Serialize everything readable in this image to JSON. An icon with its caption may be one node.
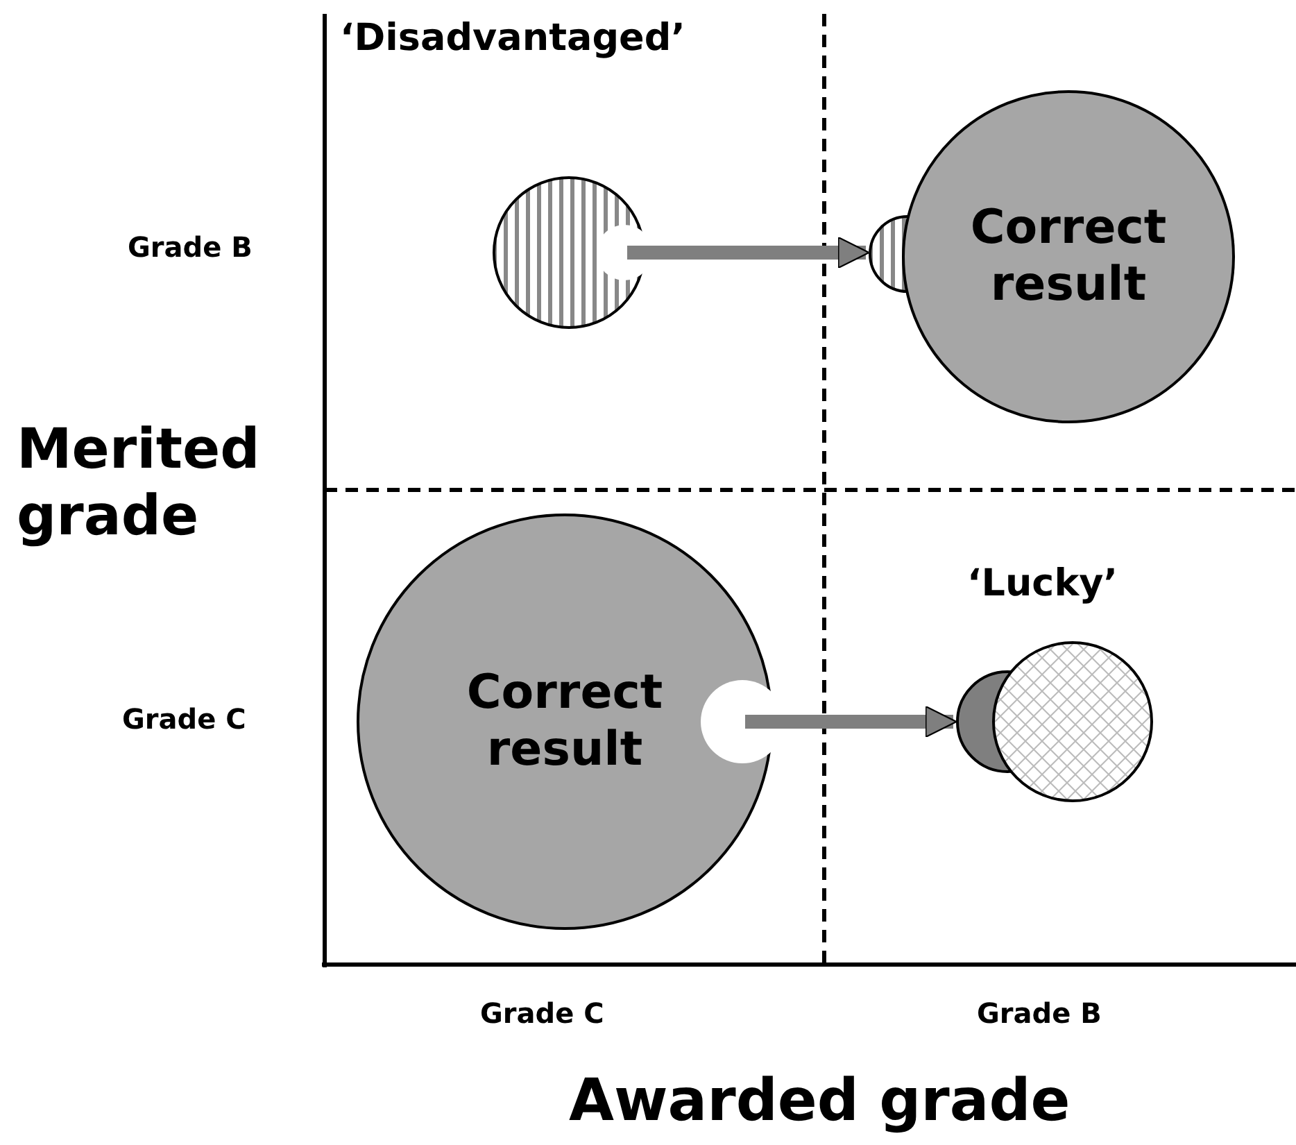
{
  "diagram": {
    "nodes": [
      {
        "text": [],
        "shape": "circle"
      },
      {
        "text": [],
        "shape": "circle"
      },
      {
        "text": [
          "Correct result"
        ]
      },
      {
        "text": [
          "Correct result"
        ]
      },
      {
        "text": [],
        "shape": "circle"
      },
      {
        "text": [],
        "shape": "circle"
      }
    ],
    "edges": [
      {
        "from": 0,
        "to": 1,
        "arrow": "to"
      },
      {
        "from": 3,
        "to": 4,
        "arrow": "to"
      }
    ],
    "labels": [
      "‘Disadvantaged’",
      "Grade B",
      "Merited grade",
      "‘Lucky’",
      "Grade C",
      "Grade C",
      "Grade B",
      "Awarded grade"
    ]
  }
}
